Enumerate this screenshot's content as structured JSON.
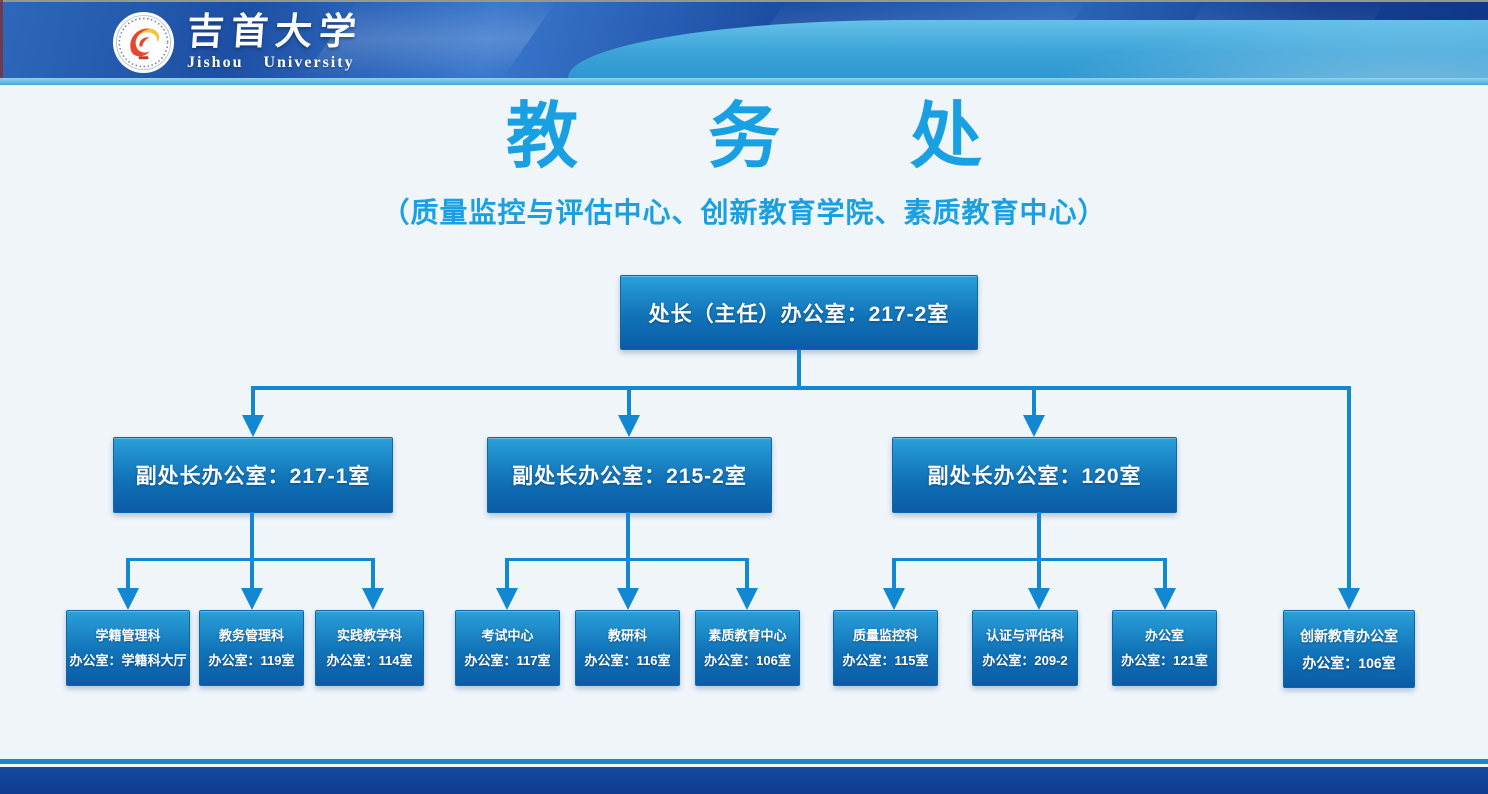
{
  "banner": {
    "logo_icon": "jishou-university-emblem",
    "university_cn": "吉首大学",
    "university_en": "Jishou  University"
  },
  "title": {
    "text": "教务处",
    "subtitle": "（质量监控与评估中心、创新教育学院、素质教育中心）"
  },
  "org": {
    "root": {
      "label": "处长（主任）办公室：217-2室"
    },
    "branches": [
      {
        "label": "副处长办公室：217-1室",
        "children": [
          {
            "name": "学籍管理科",
            "room": "办公室：学籍科大厅"
          },
          {
            "name": "教务管理科",
            "room": "办公室：119室"
          },
          {
            "name": "实践教学科",
            "room": "办公室：114室"
          }
        ]
      },
      {
        "label": "副处长办公室：215-2室",
        "children": [
          {
            "name": "考试中心",
            "room": "办公室：117室"
          },
          {
            "name": "教研科",
            "room": "办公室：116室"
          },
          {
            "name": "素质教育中心",
            "room": "办公室：106室"
          }
        ]
      },
      {
        "label": "副处长办公室：120室",
        "children": [
          {
            "name": "质量监控科",
            "room": "办公室：115室"
          },
          {
            "name": "认证与评估科",
            "room": "办公室：209-2"
          },
          {
            "name": "办公室",
            "room": "办公室：121室"
          }
        ]
      }
    ],
    "direct": {
      "name": "创新教育办公室",
      "room": "办公室：106室"
    }
  },
  "colors": {
    "title_blue": "#18a0e2",
    "connector_blue": "#1287d2",
    "node_gradient_top": "#2aa0d8",
    "node_gradient_bottom": "#0b5ba6",
    "banner_dark_blue": "#1d4fa4",
    "banner_light_blue": "#3ca3d8",
    "footer_bar_blue": "#123f97",
    "background": "#f0f5fa"
  }
}
